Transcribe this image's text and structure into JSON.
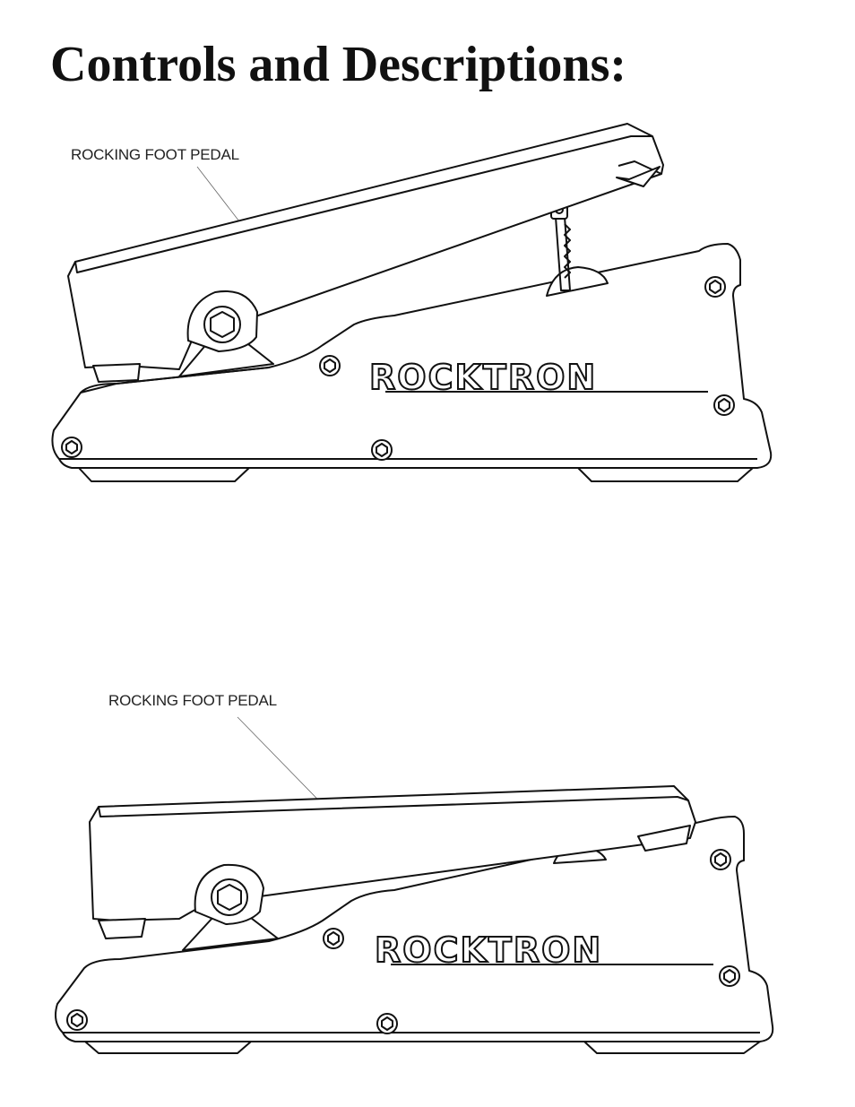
{
  "page": {
    "title": "Controls and Descriptions:"
  },
  "figures": [
    {
      "label": "ROCKING FOOT PEDAL",
      "brand": "ROCKTRON",
      "state": "heel-down (toe raised)"
    },
    {
      "label": "ROCKING FOOT PEDAL",
      "brand": "ROCKTRON",
      "state": "toe-down"
    }
  ]
}
